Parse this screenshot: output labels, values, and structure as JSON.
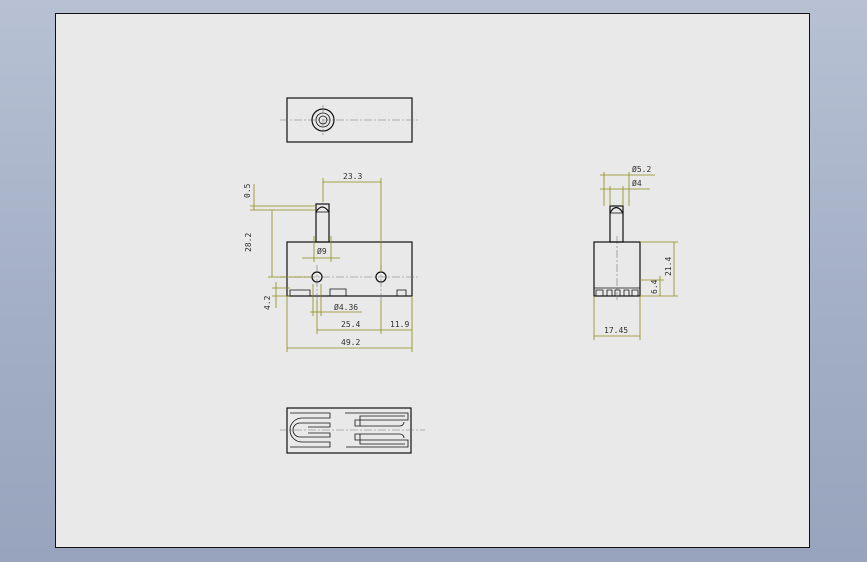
{
  "colors": {
    "background": "#a3afc6",
    "sheet": "#e9e9e9",
    "linework": "#111111",
    "dimension_lines": "#8a8a14",
    "dimension_text": "#303030"
  },
  "dimensions": {
    "front": {
      "d_23_3": "23.3",
      "d_0_5": "0.5",
      "d_28_2": "28.2",
      "d_phi9": "Ø9",
      "d_4_2": "4.2",
      "d_phi4_36": "Ø4.36",
      "d_25_4": "25.4",
      "d_11_9": "11.9",
      "d_49_2": "49.2"
    },
    "side": {
      "d_phi5_2": "Ø5.2",
      "d_phi4": "Ø4",
      "d_21_4": "21.4",
      "d_6_4": "6.4",
      "d_17_45": "17.45"
    }
  }
}
